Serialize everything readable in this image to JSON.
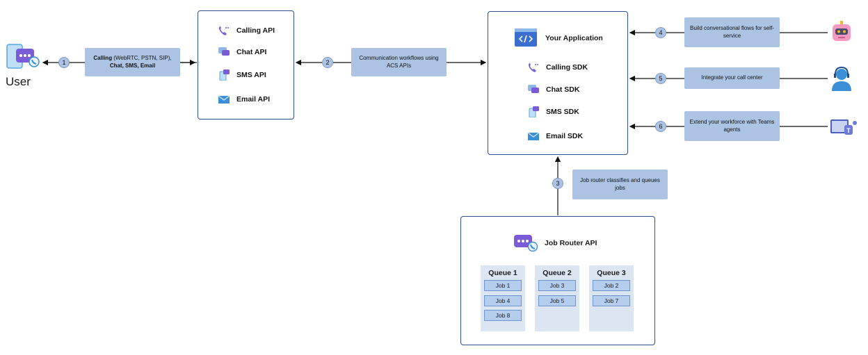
{
  "user": {
    "label": "User"
  },
  "flows": {
    "f1": {
      "num": "1",
      "text_bold": "Calling",
      "text_rest": " (WebRTC, PSTN, SIP),",
      "text_line2": "Chat, SMS, Email"
    },
    "f2": {
      "num": "2",
      "text": "Communication workflows using ACS APIs"
    },
    "f3": {
      "num": "3",
      "text": "Job router classifies and queues jobs"
    },
    "f4": {
      "num": "4",
      "text": "Build conversational flows for self-service"
    },
    "f5": {
      "num": "5",
      "text": "Integrate your call center"
    },
    "f6": {
      "num": "6",
      "text": "Extend your workforce with Teams agents"
    }
  },
  "apis": {
    "items": [
      {
        "label": "Calling API",
        "icon": "phone-icon"
      },
      {
        "label": "Chat API",
        "icon": "chat-icon"
      },
      {
        "label": "SMS API",
        "icon": "sms-icon"
      },
      {
        "label": "Email API",
        "icon": "email-icon"
      }
    ]
  },
  "app": {
    "title": "Your Application",
    "items": [
      {
        "label": "Calling SDK",
        "icon": "phone-icon"
      },
      {
        "label": "Chat SDK",
        "icon": "chat-icon"
      },
      {
        "label": "SMS SDK",
        "icon": "sms-icon"
      },
      {
        "label": "Email SDK",
        "icon": "email-icon"
      }
    ]
  },
  "router": {
    "title": "Job Router API",
    "queues": [
      {
        "name": "Queue 1",
        "jobs": [
          "Job 1",
          "Job 4",
          "Job 8"
        ]
      },
      {
        "name": "Queue 2",
        "jobs": [
          "Job 3",
          "Job 5"
        ]
      },
      {
        "name": "Queue 3",
        "jobs": [
          "Job 2",
          "Job 7"
        ]
      }
    ]
  },
  "colors": {
    "accent": "#2f4d8f",
    "label_fill": "#adc3e3",
    "queue_fill": "#dce6f3",
    "job_fill": "#b5cdee",
    "purple": "#7b5cd6"
  }
}
